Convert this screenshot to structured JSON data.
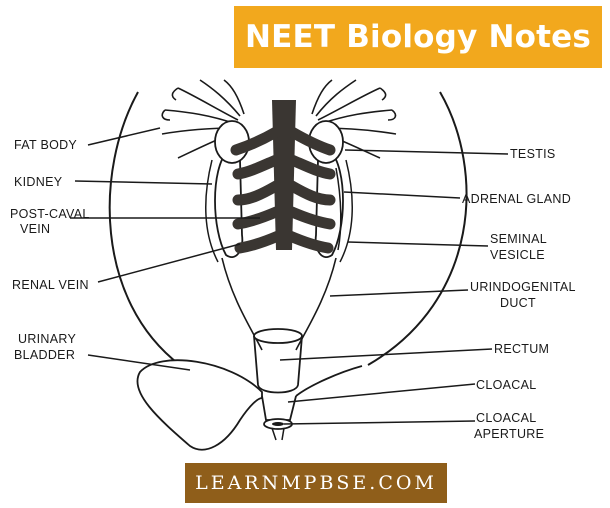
{
  "banner": {
    "title": "NEET Biology Notes"
  },
  "footer": {
    "site": "LEARNMPBSE.COM"
  },
  "labels": {
    "fat_body": "FAT BODY",
    "kidney": "KIDNEY",
    "post_caval_1": "POST-CAVAL",
    "post_caval_2": "VEIN",
    "renal_vein": "RENAL VEIN",
    "urinary_1": "URINARY",
    "urinary_2": "BLADDER",
    "testis": "TESTIS",
    "adrenal": "ADRENAL GLAND",
    "seminal_1": "SEMINAL",
    "seminal_2": "VESICLE",
    "urinogenital_1": "URINDOGENITAL",
    "urinogenital_2": "DUCT",
    "rectum": "RECTUM",
    "cloacal": "CLOACAL",
    "cloacal_ap_1": "CLOACAL",
    "cloacal_ap_2": "APERTURE"
  },
  "colors": {
    "banner_bg": "#f2a81d",
    "footer_bg": "#8f5e1a",
    "vein": "#3a3632",
    "line": "#1a1a1a"
  }
}
